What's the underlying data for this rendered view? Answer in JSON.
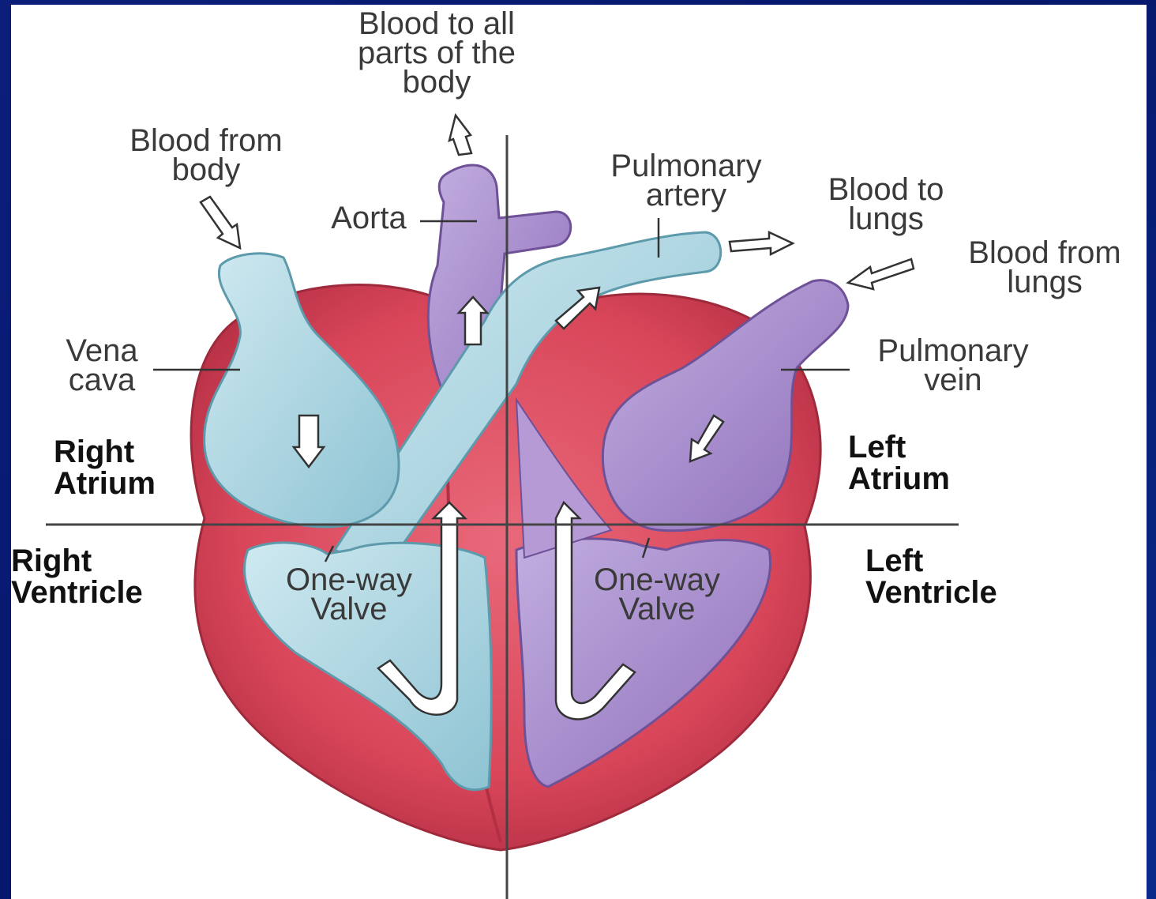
{
  "labels": {
    "blood_to_body": "Blood to all\nparts of the\nbody",
    "blood_from_body": "Blood from\nbody",
    "aorta": "Aorta",
    "pulmonary_artery": "Pulmonary\nartery",
    "blood_to_lungs": "Blood to\nlungs",
    "blood_from_lungs": "Blood from\nlungs",
    "vena_cava": "Vena\ncava",
    "pulmonary_vein": "Pulmonary\nvein",
    "right_atrium": "Right\nAtrium",
    "left_atrium": "Left\nAtrium",
    "right_ventricle": "Right\nVentricle",
    "left_ventricle": "Left\nVentricle",
    "valve_right": "One-way\nValve",
    "valve_left": "One-way\nValve"
  },
  "colors": {
    "heart_muscle": "#d9465a",
    "heart_muscle_dark": "#b52f44",
    "deoxygenated": "#a9d4df",
    "oxygenated": "#a78bc9",
    "slide_background": "#0b1f7a"
  }
}
